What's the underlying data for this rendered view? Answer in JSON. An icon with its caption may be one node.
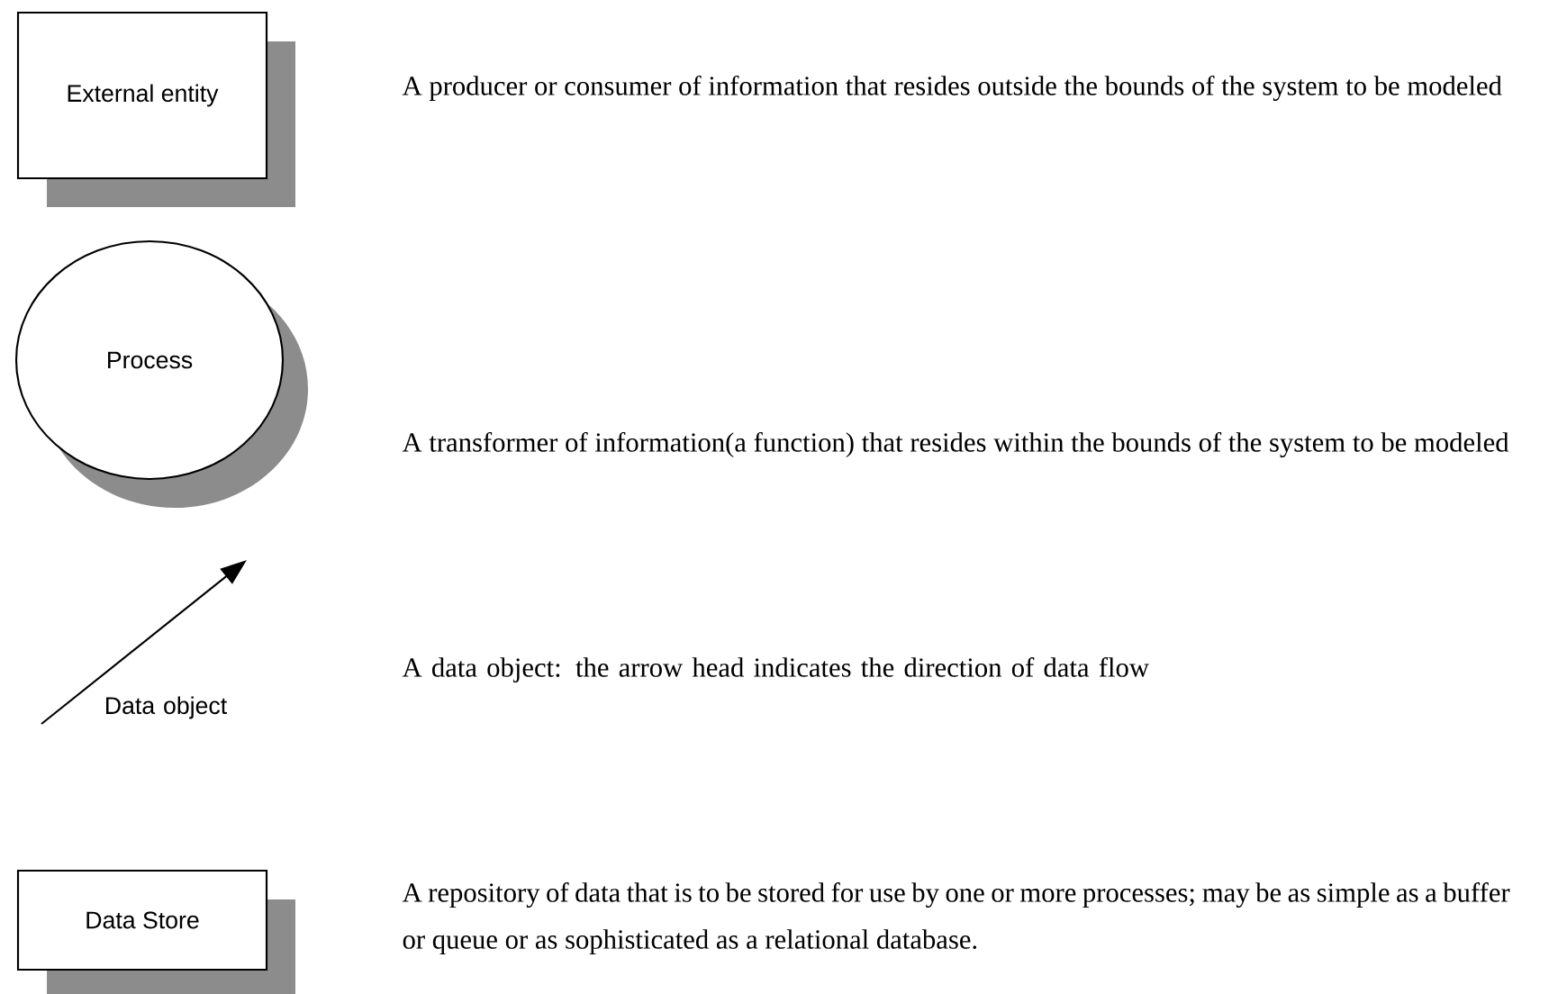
{
  "diagram": {
    "nodes": [
      {
        "text": [
          "External entity"
        ],
        "beside": [
          "A producer or consumer of information that resides outside the bounds of the system to be modeled"
        ]
      },
      {
        "text": [
          "Process"
        ],
        "beside": [
          "A transformer of information(a function) that resides within the bounds of the system to be modeled"
        ]
      },
      {
        "text": [
          "Data Store"
        ],
        "beside": [
          "A repository of data that is to be stored for use by one or more processes; may be as simple as a buffer or queue or as sophisticated as a relational database."
        ]
      }
    ],
    "labels": [
      "Data object",
      "A data object: the arrow head indicates the direction of data flow"
    ]
  }
}
